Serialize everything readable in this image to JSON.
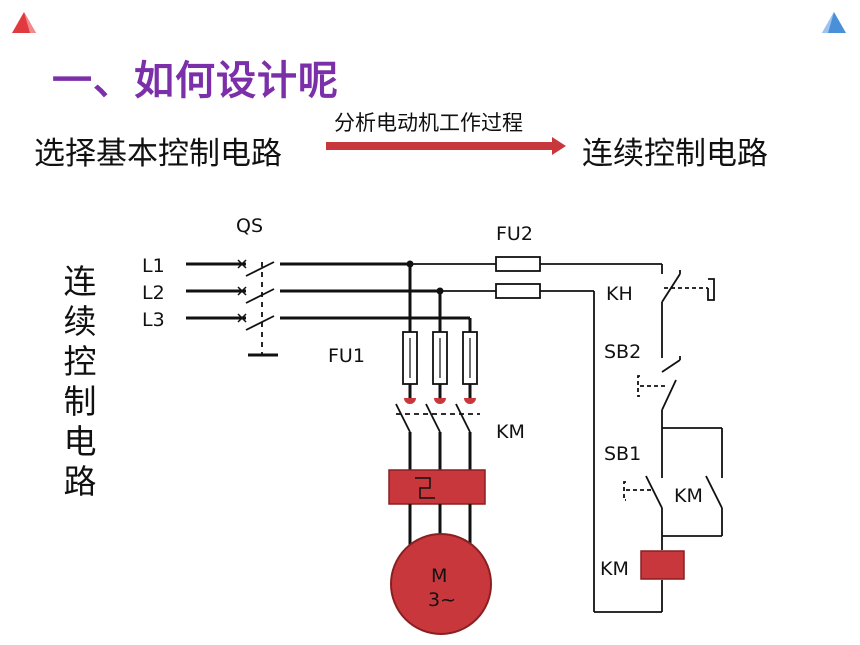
{
  "title": "一、如何设计呢",
  "flow": {
    "from": "选择基本控制电路",
    "arrow_label": "分析电动机工作过程",
    "to": "连续控制电路"
  },
  "vertical_label": [
    "连",
    "续",
    "控",
    "制",
    "电",
    "路"
  ],
  "diagram": {
    "labels": {
      "qs": "QS",
      "l1": "L1",
      "l2": "L2",
      "l3": "L3",
      "fu1": "FU1",
      "fu2": "FU2",
      "km_main": "KM",
      "kh": "KH",
      "sb2": "SB2",
      "sb1": "SB1",
      "km_aux": "KM",
      "km_coil": "KM",
      "motor": "M",
      "motor_phase": "3~"
    }
  },
  "colors": {
    "title": "#7B2FA8",
    "accent_red": "#C8373C",
    "arrow": "#C8373C",
    "corner_left": "#E03A3E",
    "corner_right": "#4A90D9"
  }
}
